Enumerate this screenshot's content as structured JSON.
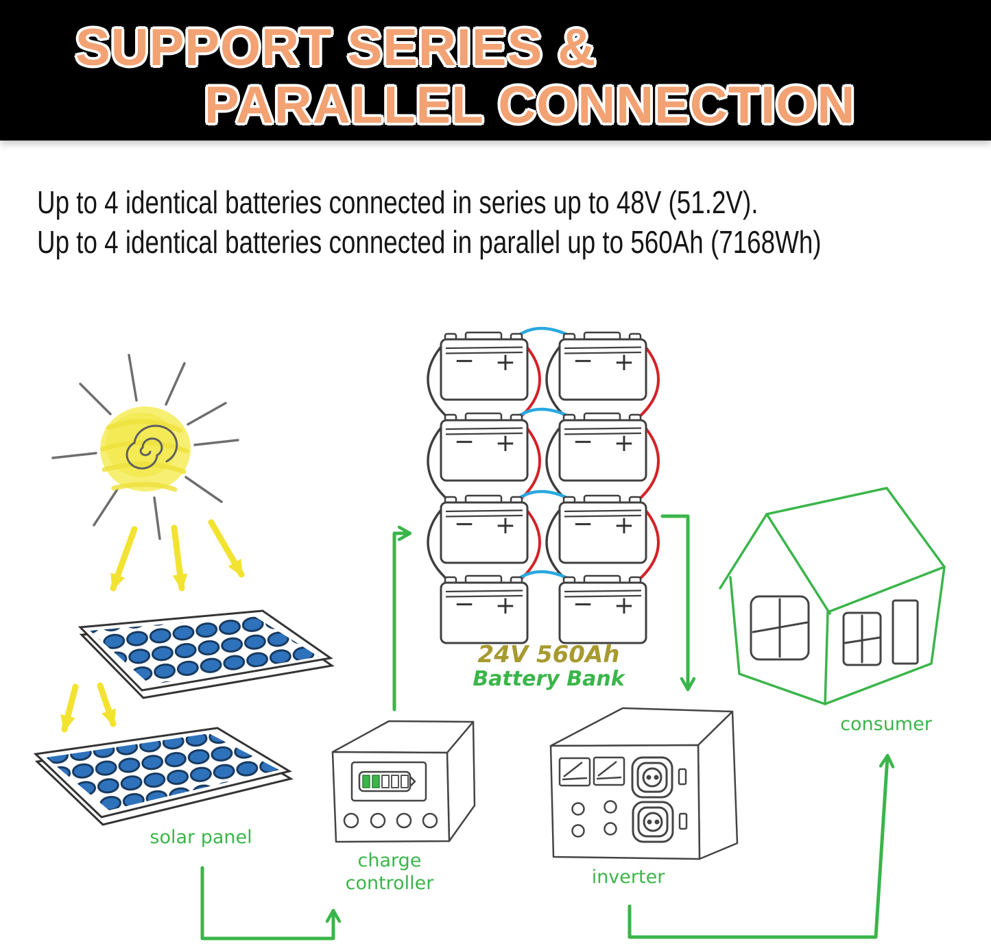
{
  "header": {
    "line1": "SUPPORT SERIES &",
    "line2": "PARALLEL CONNECTION"
  },
  "description": {
    "line1": "Up to 4 identical batteries connected in series up to 48V (51.2V).",
    "line2": "Up to 4 identical batteries connected in parallel up to 560Ah (7168Wh)"
  },
  "battery_bank": {
    "spec": "24V 560Ah",
    "name": "Battery Bank",
    "rows": 4,
    "columns": 2,
    "minus_symbol": "−",
    "plus_symbol": "+"
  },
  "labels": {
    "solar_panel": "solar panel",
    "charge_controller_line1": "charge",
    "charge_controller_line2": "controller",
    "inverter": "inverter",
    "consumer": "consumer"
  },
  "colors": {
    "header_bg": "#000000",
    "title_orange": "#f2a273",
    "label_green": "#3bb54a",
    "spec_olive": "#a79a2f",
    "wire_red": "#d42127",
    "wire_blue": "#29a8df",
    "wire_black": "#3f3f3f",
    "sun_yellow": "#f2e331",
    "panel_cell_blue": "#2f72bc"
  }
}
